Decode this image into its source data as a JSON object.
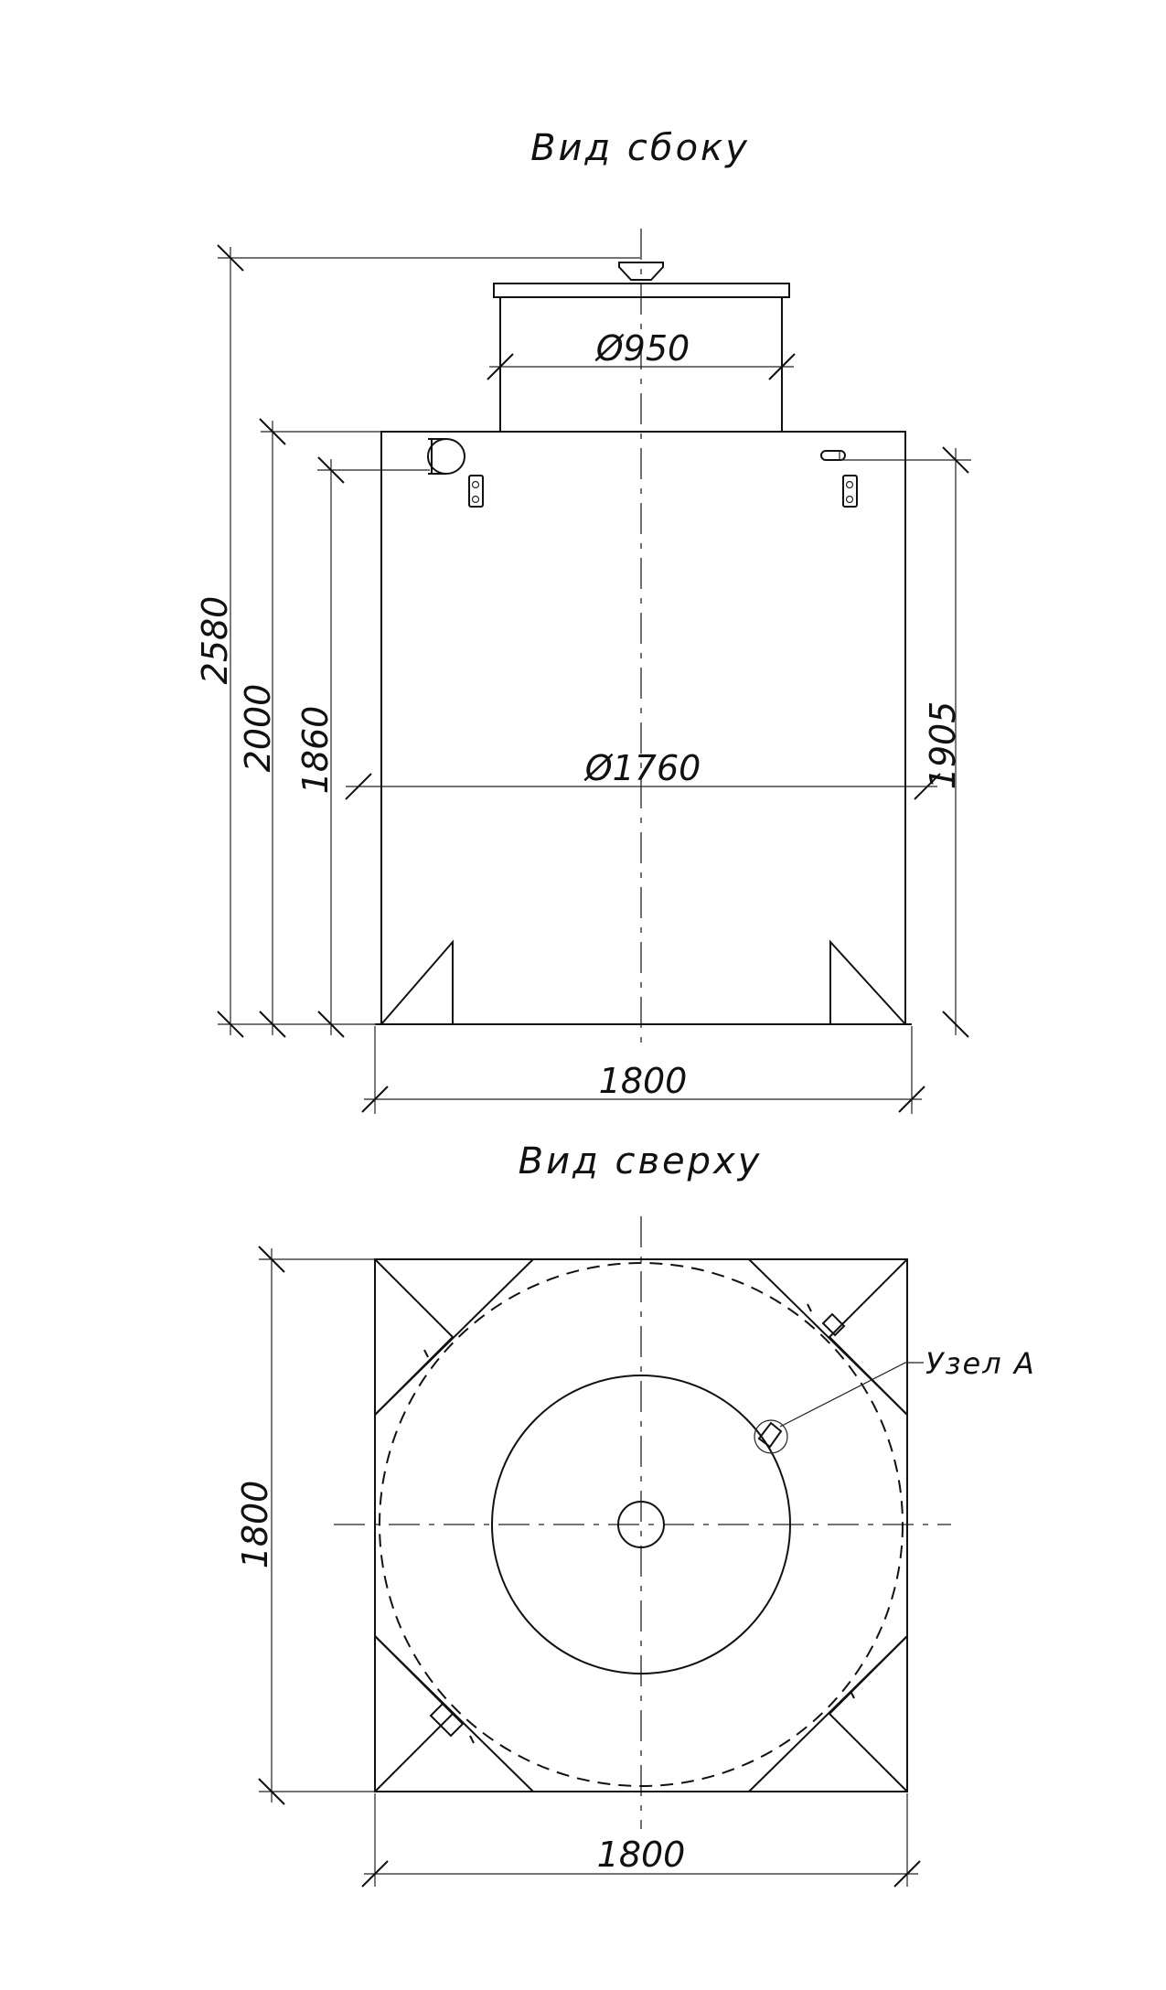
{
  "views": {
    "side": {
      "title": "Вид сбоку"
    },
    "top": {
      "title": "Вид сверху"
    }
  },
  "dimensions": {
    "side_overall_height": "2580",
    "side_body_height": "2000",
    "side_lower_height": "1860",
    "side_right_height": "1905",
    "neck_diameter": "Ø950",
    "body_diameter": "Ø1760",
    "side_base_width": "1800",
    "top_height": "1800",
    "top_width": "1800"
  },
  "callouts": {
    "node_a": "Узел А"
  }
}
